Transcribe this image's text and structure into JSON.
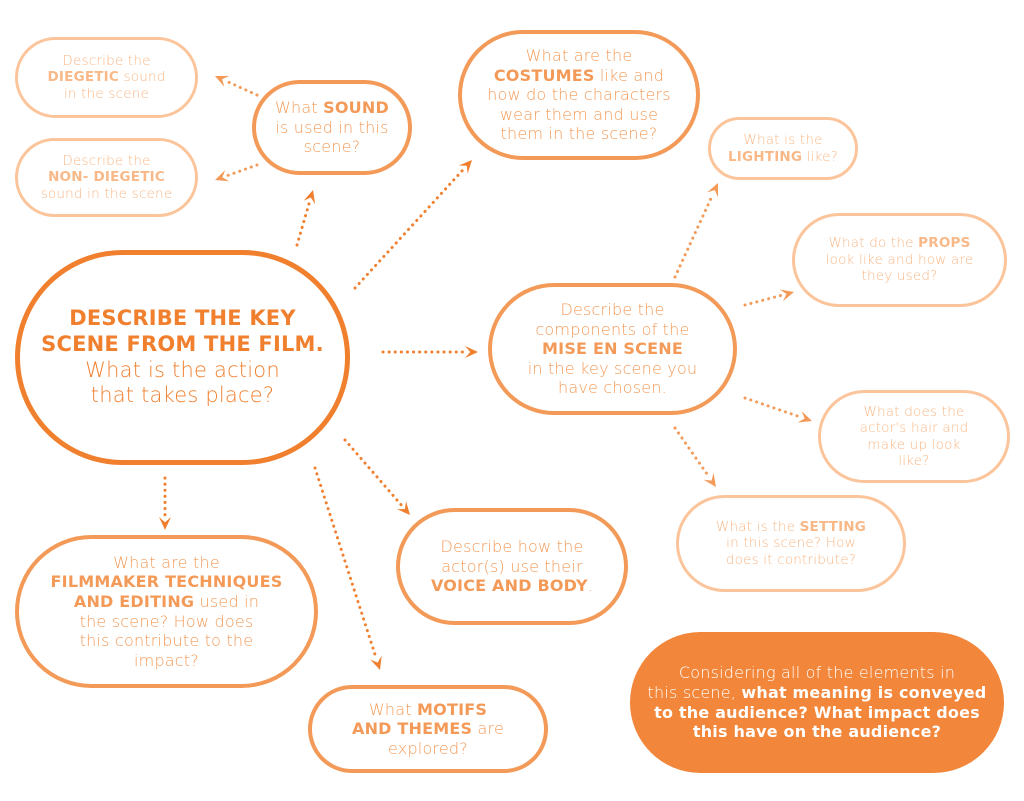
{
  "colors": {
    "primary": "#f07f2e",
    "secondary": "#f39a58",
    "light": "#fbc49a",
    "fill": "#f2863a"
  },
  "nodes": {
    "main": [
      [
        [
          "DESCRIBE THE KEY",
          true
        ]
      ],
      [
        [
          "SCENE FROM THE FILM.",
          true
        ]
      ],
      [
        [
          "What is the action",
          false
        ]
      ],
      [
        [
          "that takes place?",
          false
        ]
      ]
    ],
    "sound": [
      [
        [
          "What ",
          false
        ],
        [
          "SOUND",
          true
        ]
      ],
      [
        [
          "is used in this",
          false
        ]
      ],
      [
        [
          "scene?",
          false
        ]
      ]
    ],
    "diegetic": [
      [
        [
          "Describe the",
          false
        ]
      ],
      [
        [
          "DIEGETIC",
          true
        ],
        [
          " sound",
          false
        ]
      ],
      [
        [
          "in the scene",
          false
        ]
      ]
    ],
    "non_diegetic": [
      [
        [
          "Describe the",
          false
        ]
      ],
      [
        [
          "NON- DIEGETIC",
          true
        ]
      ],
      [
        [
          "sound in the scene",
          false
        ]
      ]
    ],
    "costumes": [
      [
        [
          "What are the",
          false
        ]
      ],
      [
        [
          "COSTUMES",
          true
        ],
        [
          " like and",
          false
        ]
      ],
      [
        [
          "how do the characters",
          false
        ]
      ],
      [
        [
          "wear them and use",
          false
        ]
      ],
      [
        [
          "them in the scene?",
          false
        ]
      ]
    ],
    "lighting": [
      [
        [
          "What is the",
          false
        ]
      ],
      [
        [
          "LIGHTING",
          true
        ],
        [
          " like?",
          false
        ]
      ]
    ],
    "props": [
      [
        [
          "What do the ",
          false
        ],
        [
          "PROPS",
          true
        ]
      ],
      [
        [
          "look like and how are",
          false
        ]
      ],
      [
        [
          "they used?",
          false
        ]
      ]
    ],
    "mise_en_scene": [
      [
        [
          "Describe the",
          false
        ]
      ],
      [
        [
          "components of the",
          false
        ]
      ],
      [
        [
          "MISE EN SCENE",
          true
        ]
      ],
      [
        [
          "in the key scene you",
          false
        ]
      ],
      [
        [
          "have chosen.",
          false
        ]
      ]
    ],
    "hair_makeup": [
      [
        [
          "What does the",
          false
        ]
      ],
      [
        [
          "actor's hair and",
          false
        ]
      ],
      [
        [
          "make up look",
          false
        ]
      ],
      [
        [
          "like?",
          false
        ]
      ]
    ],
    "setting": [
      [
        [
          "What is the ",
          false
        ],
        [
          "SETTING",
          true
        ]
      ],
      [
        [
          "in this scene? How",
          false
        ]
      ],
      [
        [
          "does it contribute?",
          false
        ]
      ]
    ],
    "filmmaker": [
      [
        [
          "What are the",
          false
        ]
      ],
      [
        [
          "FILMMAKER TECHNIQUES",
          true
        ]
      ],
      [
        [
          "AND EDITING",
          true
        ],
        [
          " used in",
          false
        ]
      ],
      [
        [
          "the scene? How does",
          false
        ]
      ],
      [
        [
          "this contribute to the",
          false
        ]
      ],
      [
        [
          "impact?",
          false
        ]
      ]
    ],
    "voice_body": [
      [
        [
          "Describe how the",
          false
        ]
      ],
      [
        [
          "actor(s) use their",
          false
        ]
      ],
      [
        [
          "VOICE AND BODY",
          true
        ],
        [
          ".",
          false
        ]
      ]
    ],
    "motifs": [
      [
        [
          "What ",
          false
        ],
        [
          "MOTIFS",
          true
        ]
      ],
      [
        [
          "AND THEMES",
          true
        ],
        [
          " are",
          false
        ]
      ],
      [
        [
          "explored?",
          false
        ]
      ]
    ],
    "conclusion": [
      [
        [
          "Considering all of the elements in",
          false
        ]
      ],
      [
        [
          "this scene, ",
          false
        ],
        [
          "what meaning is conveyed",
          true
        ]
      ],
      [
        [
          "to the audience? What impact does",
          true
        ]
      ],
      [
        [
          "this have on the audience?",
          true
        ]
      ]
    ]
  }
}
